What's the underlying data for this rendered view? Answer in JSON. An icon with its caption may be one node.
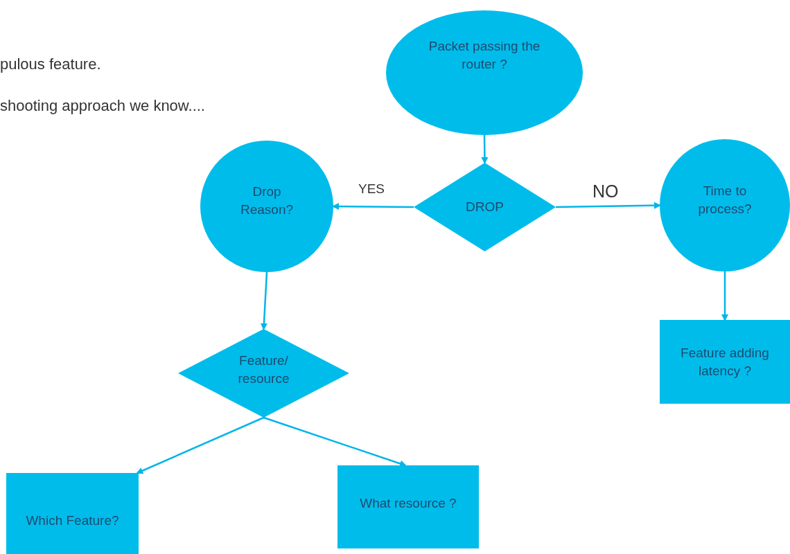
{
  "diagram": {
    "nodes": [
      {
        "text": [
          "Packet passing the router ?"
        ]
      },
      {
        "text": [
          "DROP"
        ]
      },
      {
        "text": [
          "Drop Reason?"
        ]
      },
      {
        "text": [
          "Time to process?"
        ]
      },
      {
        "text": [
          "Feature/ resource"
        ]
      },
      {
        "text": [
          "Feature adding latency ?"
        ]
      },
      {
        "text": [
          "Which Feature?"
        ]
      },
      {
        "text": [
          "What resource ?"
        ]
      }
    ],
    "edges": [
      {
        "from": 0,
        "to": 1,
        "arrow": "to"
      },
      {
        "from": 1,
        "to": 2,
        "arrow": "to",
        "label": "YES"
      },
      {
        "from": 1,
        "to": 3,
        "arrow": "to",
        "label": "NO"
      },
      {
        "from": 2,
        "to": 4,
        "arrow": "to"
      },
      {
        "from": 3,
        "to": 5,
        "arrow": "to"
      },
      {
        "from": 4,
        "to": 6,
        "arrow": "to"
      },
      {
        "from": 4,
        "to": 7,
        "arrow": "to"
      }
    ],
    "labels": [
      "pulous feature.",
      "shooting approach we know...."
    ]
  }
}
